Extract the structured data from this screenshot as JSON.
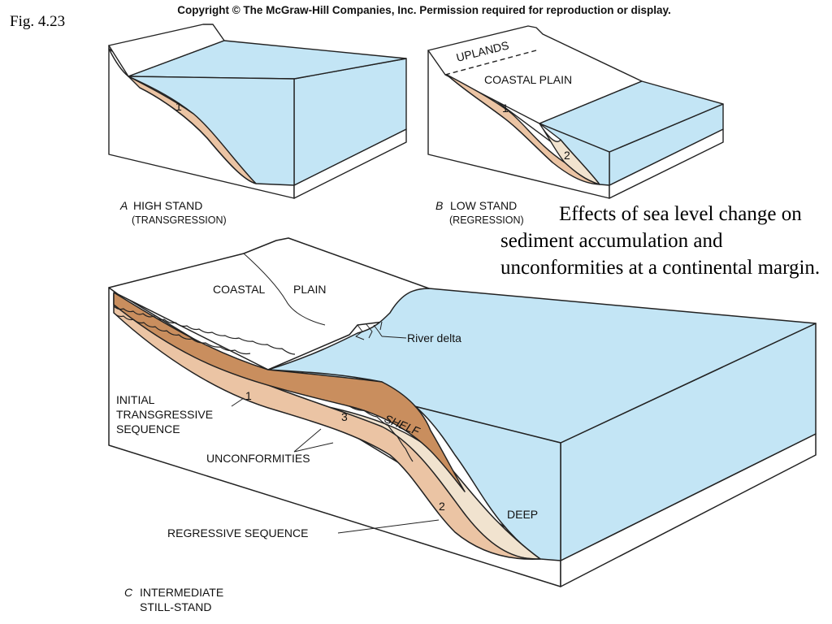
{
  "header": {
    "fig_label": "Fig. 4.23",
    "copyright": "Copyright © The McGraw-Hill Companies, Inc. Permission required for reproduction or display."
  },
  "caption": "Effects of sea level change on sediment accumulation and unconformities at a continental margin.",
  "panel_a": {
    "letter": "A",
    "title": "HIGH STAND",
    "subtitle": "(TRANSGRESSION)",
    "layer_1": "1"
  },
  "panel_b": {
    "letter": "B",
    "title": "LOW STAND",
    "subtitle": "(REGRESSION)",
    "uplands": "UPLANDS",
    "coastal_plain": "COASTAL PLAIN",
    "layer_1": "1",
    "layer_2": "2"
  },
  "panel_c": {
    "letter": "C",
    "title": "INTERMEDIATE",
    "subtitle": "STILL-STAND",
    "coastal": "COASTAL",
    "plain": "PLAIN",
    "river_delta": "River delta",
    "initial_line1": "INITIAL",
    "initial_line2": "TRANSGRESSIVE",
    "initial_line3": "SEQUENCE",
    "unconformities": "UNCONFORMITIES",
    "regressive": "REGRESSIVE SEQUENCE",
    "shelf": "SHELF",
    "deep": "DEEP",
    "layer_1": "1",
    "layer_2": "2",
    "layer_3": "3"
  },
  "colors": {
    "water": "#c3e5f5",
    "layer_light": "#f1e3cf",
    "layer_mid": "#ebc4a4",
    "layer_dark": "#c98e5e",
    "outline": "#222222"
  }
}
